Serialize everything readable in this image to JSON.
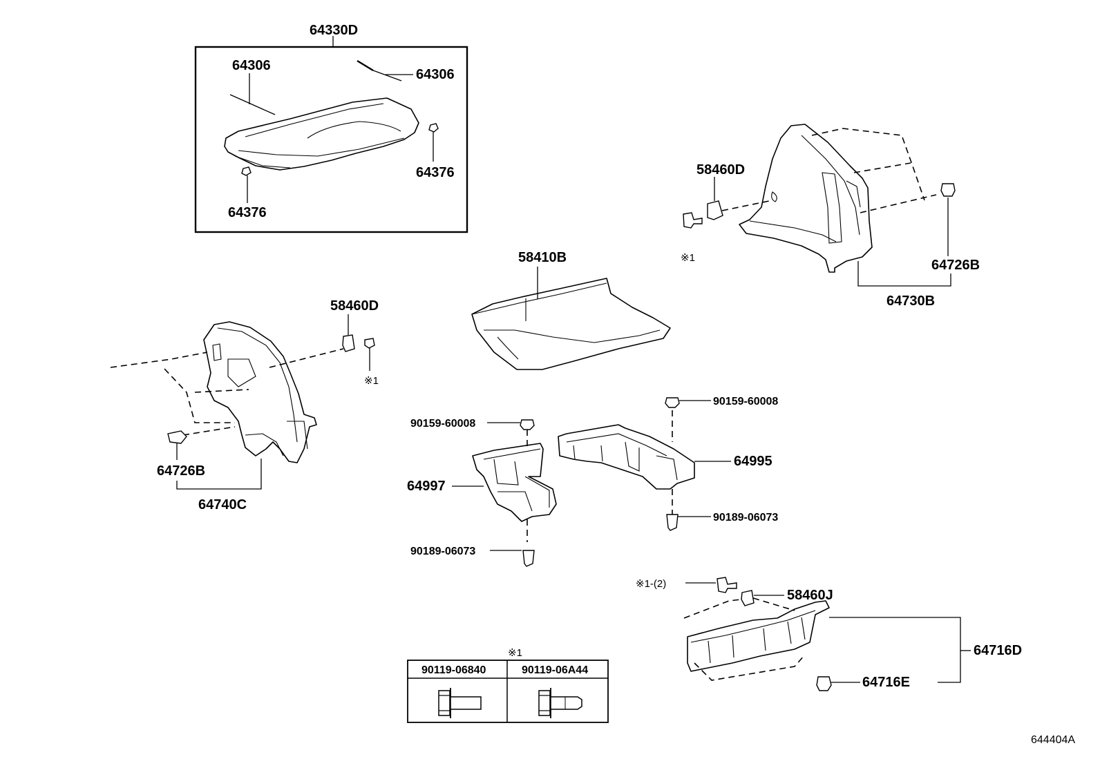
{
  "diagram_id": "644404A",
  "parts": {
    "tonneau_cover_assembly": "64330D",
    "tonneau_rod_left": "64306",
    "tonneau_rod_right": "64306",
    "tonneau_clip_right": "64376",
    "tonneau_clip_left": "64376",
    "floor_mat": "58410B",
    "retainer_upper_right": "58460D",
    "screw_note_right": "※1",
    "clip_right": "64726B",
    "trim_right": "64730B",
    "retainer_left": "58460D",
    "screw_note_left": "※1",
    "clip_left": "64726B",
    "trim_left": "64740C",
    "screw_box_front": "90159-60008",
    "box_front": "64997",
    "nut_box_front": "90189-06073",
    "screw_box_rear": "90159-60008",
    "box_rear": "64995",
    "nut_box_rear": "90189-06073",
    "screw_note_bottom": "※1-(2)",
    "retainer_bottom": "58460J",
    "trim_bottom": "64716D",
    "clip_bottom": "64716E"
  },
  "fastener_table": {
    "title": "※1",
    "columns": [
      "90119-06840",
      "90119-06A44"
    ]
  }
}
